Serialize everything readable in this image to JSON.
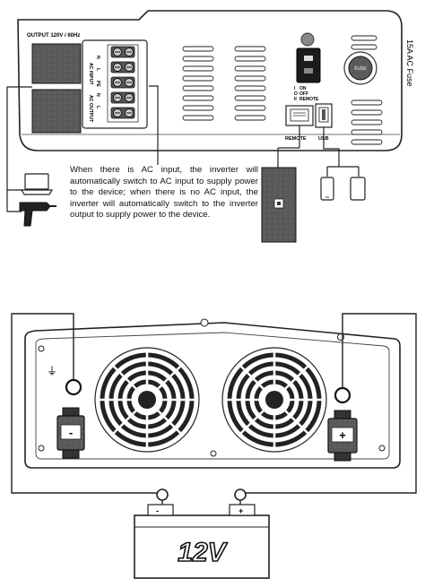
{
  "top_panel": {
    "output_label": "OUTPUT 120V / 60Hz",
    "terminal_labels": {
      "ac_input": "AC INPUT",
      "n_upper": "N",
      "l_upper": "L",
      "pe": "PE",
      "n_lower": "N",
      "l_lower": "L",
      "ac_output": "AC OUTPUT"
    },
    "switch_labels": {
      "on": "ON",
      "off": "OFF",
      "remote": "REMOTE"
    },
    "fuse_button": "FUSE",
    "fuse_side_label": "15A AC Fuse",
    "remote_port_label": "REMOTE",
    "usb_port_label": "USB"
  },
  "callout_text": "When there is AC input, the inverter will automatically switch to AC input to supply power to the device; when there is no AC input, the inverter will automatically switch to the inverter output to supply power to the device.",
  "bottom_panel": {
    "negative_terminal": "-",
    "positive_terminal": "+",
    "ground_symbol": "⏚"
  },
  "battery": {
    "label": "12V",
    "negative": "-",
    "positive": "+"
  }
}
